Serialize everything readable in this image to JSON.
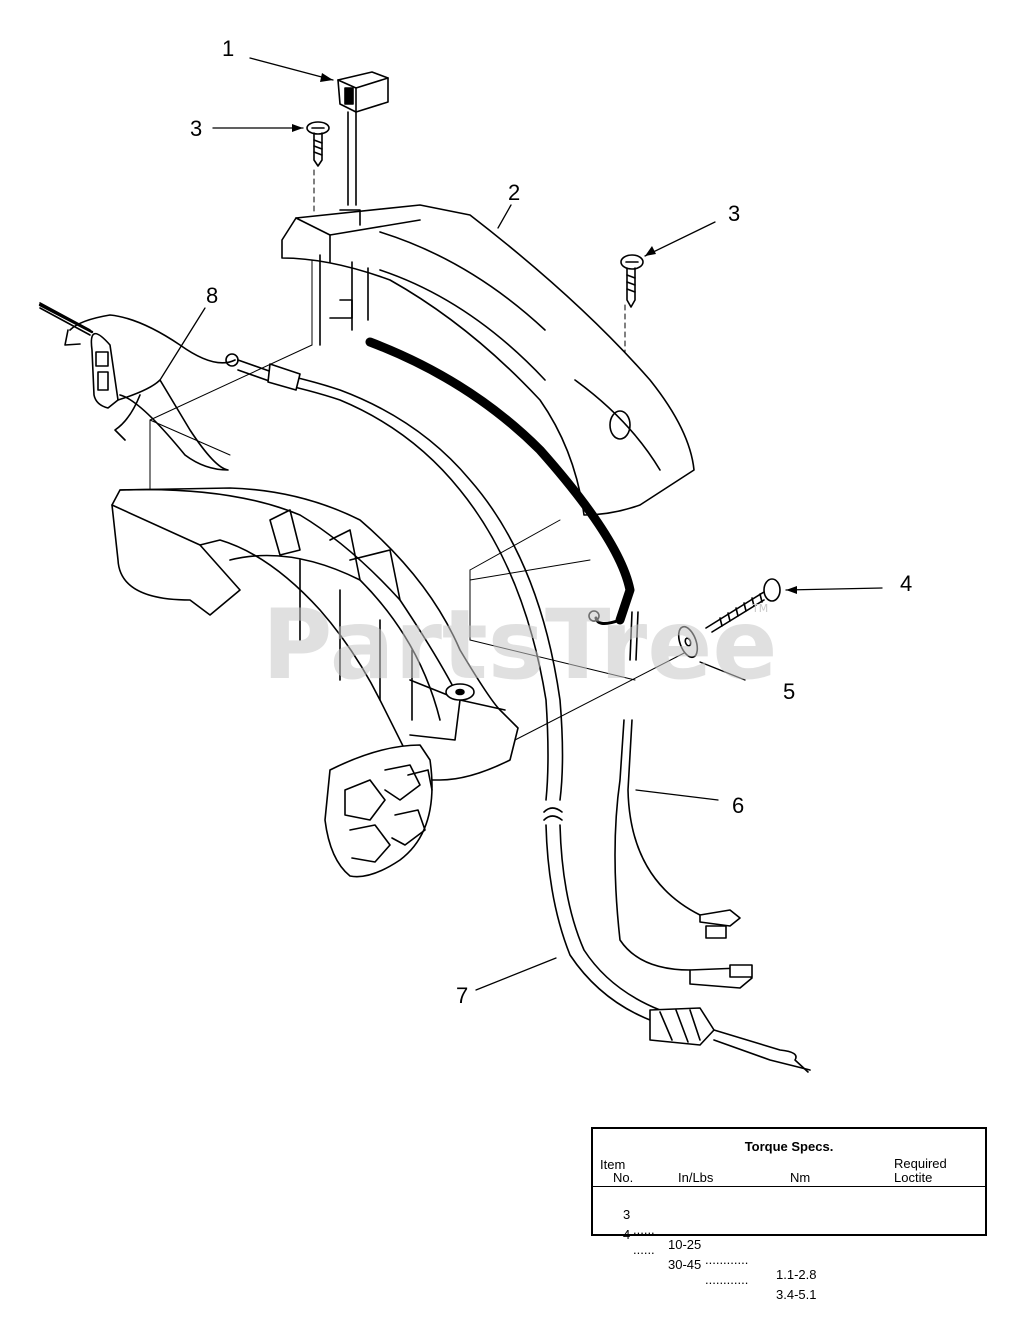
{
  "callouts": [
    "1",
    "2",
    "3",
    "3",
    "4",
    "5",
    "6",
    "7",
    "8"
  ],
  "watermark": "PartsTree",
  "watermark_tm": "TM",
  "torque": {
    "title": "Torque Specs.",
    "header_item": "Item",
    "header_no": "No.",
    "header_inlbs": "In/Lbs",
    "header_nm": "Nm",
    "header_required": "Required",
    "header_loctite": "Loctite",
    "rows": [
      {
        "item": "3",
        "inlbs": "10-25",
        "nm": "1.1-2.8"
      },
      {
        "item": "4",
        "inlbs": "30-45",
        "nm": "3.4-5.1"
      }
    ]
  }
}
